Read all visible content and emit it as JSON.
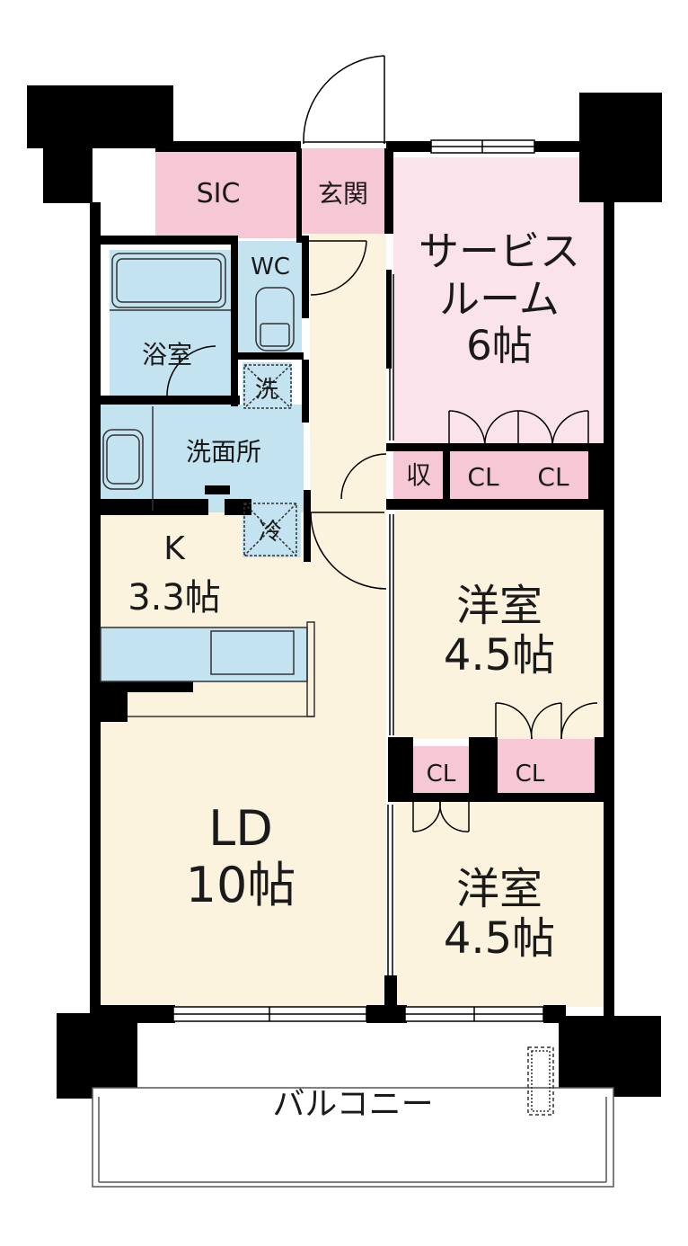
{
  "rooms": {
    "sic": "SIC",
    "genkan": "玄関",
    "service_room": {
      "line1": "サービス",
      "line2": "ルーム",
      "line3": "6帖"
    },
    "wc": "WC",
    "bath": "浴室",
    "wash_machine": "洗",
    "washroom": "洗面所",
    "fridge": "冷",
    "storage": "収",
    "closet_a": "CL",
    "closet_b": "CL",
    "kitchen": {
      "line1": "K",
      "line2": "3.3帖"
    },
    "western1": {
      "line1": "洋室",
      "line2": "4.5帖"
    },
    "closet_c": "CL",
    "closet_d": "CL",
    "ld": {
      "line1": "LD",
      "line2": "10帖"
    },
    "western2": {
      "line1": "洋室",
      "line2": "4.5帖"
    },
    "balcony": "バルコニー"
  },
  "colors": {
    "wall": "#000000",
    "pink": "#f6c8d6",
    "pink_light": "#fbe3ec",
    "blue": "#c4e3f0",
    "cream": "#fcf3df",
    "window": "#ffffff"
  }
}
